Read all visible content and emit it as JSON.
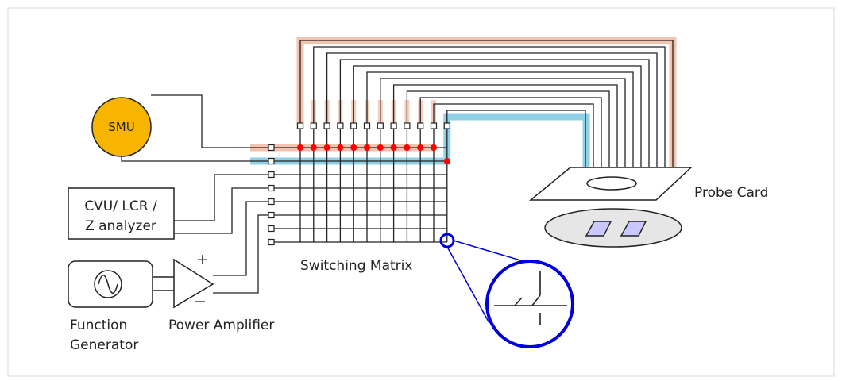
{
  "labels": {
    "smu": "SMU",
    "cvu_line1": "CVU/ LCR /",
    "cvu_line2": "Z analyzer",
    "function_gen_line1": "Function",
    "function_gen_line2": "Generator",
    "power_amplifier": "Power Amplifier",
    "amp_plus": "+",
    "amp_minus": "−",
    "switching_matrix": "Switching Matrix",
    "probe_card": "Probe Card"
  },
  "colors": {
    "smu_fill": "#f7b500",
    "highlight_orange": "#f4c3b0",
    "highlight_blue": "#8fd1e6",
    "crosspoint_red": "#ff0000",
    "zoom_blue": "#0000dd",
    "chip_fill": "#c9c9ff",
    "wafer_fill": "#e6e6e6",
    "frame_border": "#d9d9d9"
  },
  "matrix": {
    "columns": 12,
    "rows": 8,
    "closed_crosspoints_row": 0,
    "closed_crosspoints_row0_cols": [
      0,
      1,
      2,
      3,
      4,
      5,
      6,
      7,
      8,
      9,
      10
    ],
    "closed_crosspoint_row1_col": 11
  }
}
